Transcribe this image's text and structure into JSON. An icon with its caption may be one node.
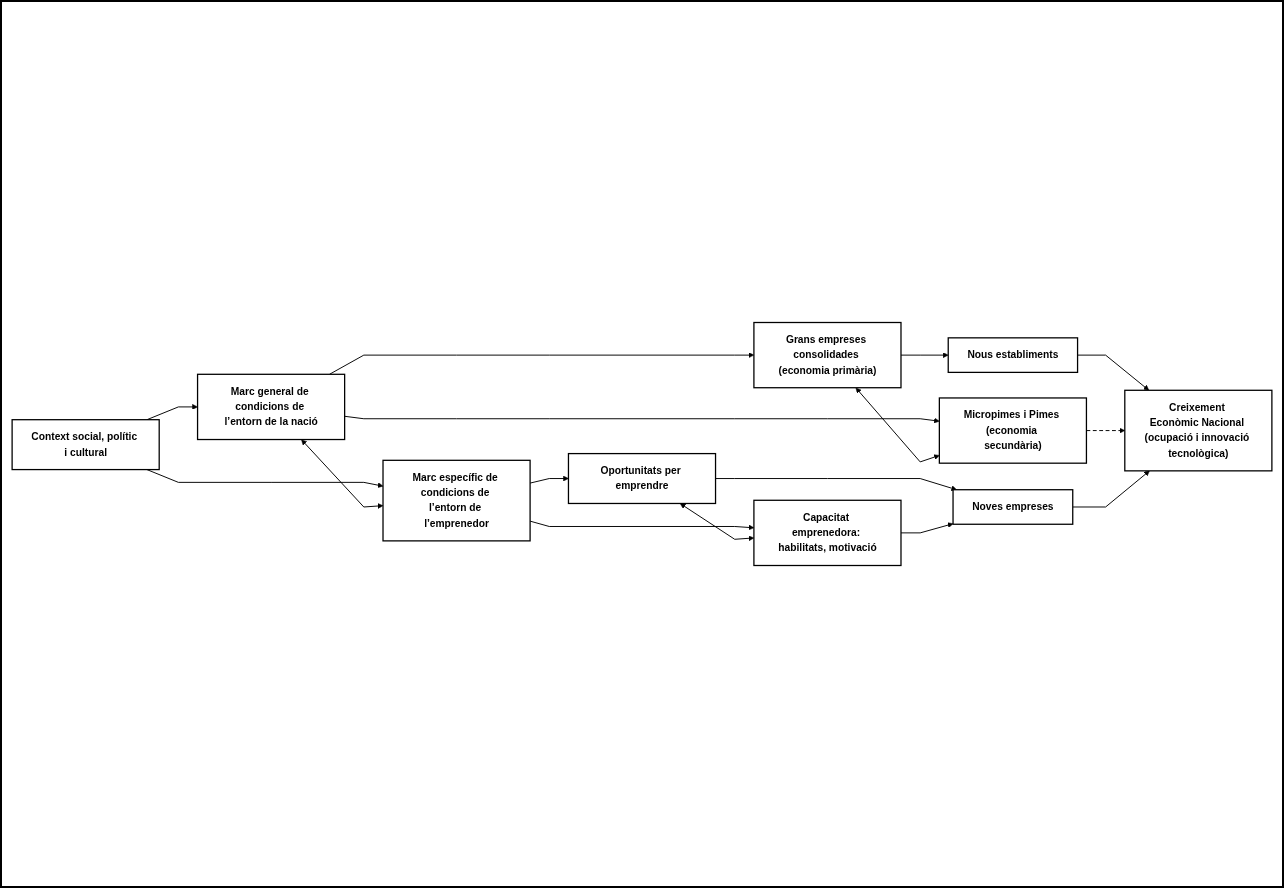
{
  "diagram": {
    "nodes": [
      {
        "text": [
          "Context social, polític i cultural"
        ]
      },
      {
        "text": [
          "Marc general de condicions de l’entorn de la nació"
        ]
      },
      {
        "text": [
          "Marc específic de condicions de l’entorn de l’emprenedor"
        ]
      },
      {
        "text": [
          "Grans empreses consolidades (economia primària)"
        ]
      },
      {
        "text": [
          "Micropimes i Pimes (economia secundària)"
        ]
      },
      {
        "text": [
          "Nous establiments"
        ]
      },
      {
        "text": [
          "Oportunitats per emprendre"
        ]
      },
      {
        "text": [
          "Capacitat emprenedora: habilitats, motivació"
        ]
      },
      {
        "text": [
          "Noves empreses"
        ]
      },
      {
        "text": [
          "Creixement Econòmic Nacional (ocupació i innovació tecnològica)"
        ]
      }
    ],
    "edges": [
      {
        "from": 0,
        "to": 1,
        "arrow": "to"
      },
      {
        "from": 0,
        "to": 2,
        "arrow": "to"
      },
      {
        "from": 1,
        "to": 2,
        "arrow": "both"
      },
      {
        "from": 1,
        "to": 3,
        "arrow": "to"
      },
      {
        "from": 1,
        "to": 4,
        "arrow": "to"
      },
      {
        "from": 3,
        "to": 4,
        "arrow": "both"
      },
      {
        "from": 3,
        "to": 5,
        "arrow": "to"
      },
      {
        "from": 5,
        "to": 9,
        "arrow": "to"
      },
      {
        "from": 4,
        "to": 9,
        "arrow": "to",
        "style": "dashed"
      },
      {
        "from": 2,
        "to": 6,
        "arrow": "to"
      },
      {
        "from": 2,
        "to": 7,
        "arrow": "to"
      },
      {
        "from": 6,
        "to": 7,
        "arrow": "both"
      },
      {
        "from": 6,
        "to": 8,
        "arrow": "to"
      },
      {
        "from": 7,
        "to": 8,
        "arrow": "to"
      },
      {
        "from": 8,
        "to": 9,
        "arrow": "to"
      }
    ]
  }
}
